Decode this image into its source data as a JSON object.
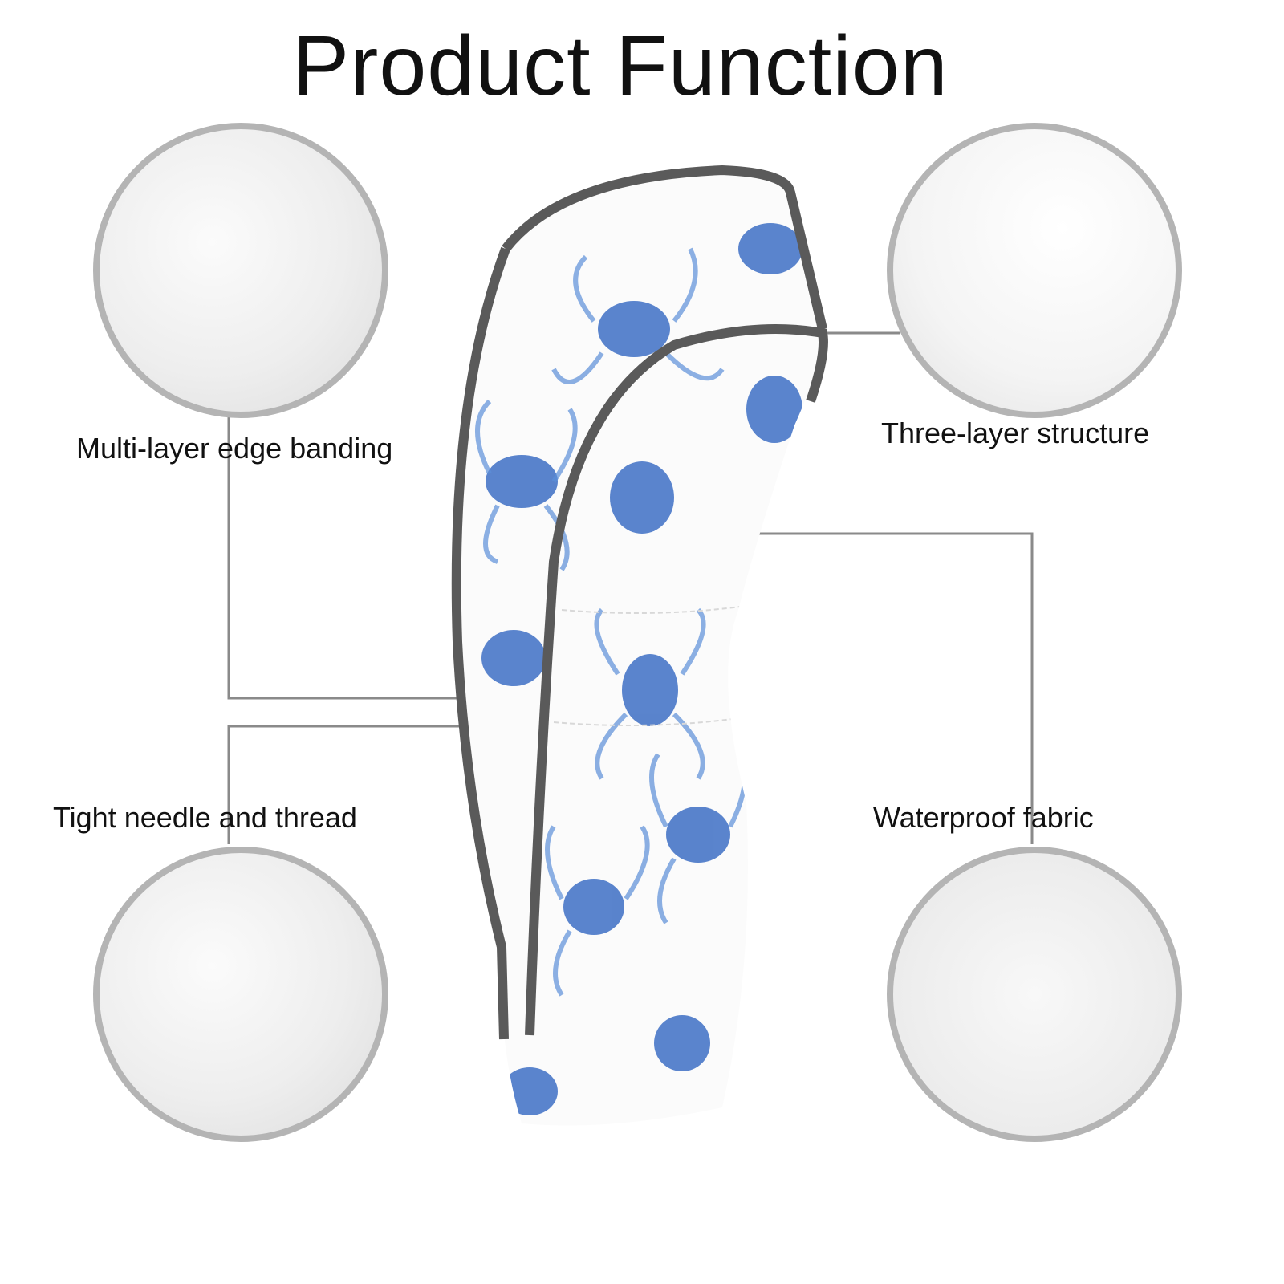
{
  "title": "Product Function",
  "features": [
    {
      "label": "Multi-layer edge banding"
    },
    {
      "label": "Three-layer structure"
    },
    {
      "label": "Tight needle and thread"
    },
    {
      "label": "Waterproof fabric"
    }
  ],
  "colors": {
    "border": "#b4b4b4",
    "line": "#8a8a8a",
    "piping": "#5a5a5a",
    "crab": "#3d6fc4"
  }
}
